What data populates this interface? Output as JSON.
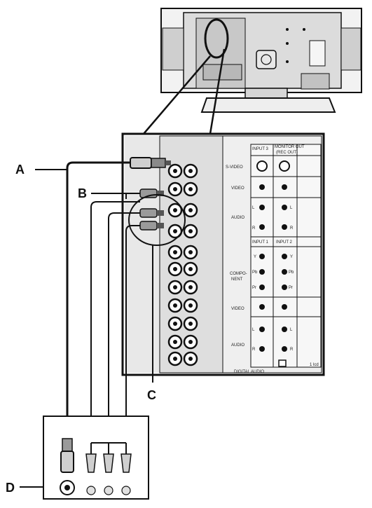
{
  "callouts": {
    "a": "A",
    "b": "B",
    "c": "C",
    "d": "D"
  },
  "panel": {
    "input3": "INPUT 3",
    "monitor_out": "MONITOR OUT",
    "monitor_out_2": "(REC OUT)",
    "svideo": "S-VIDEO",
    "video": "VIDEO",
    "audio": "AUDIO",
    "L": "L",
    "R": "R",
    "input1": "INPUT 1",
    "input2": "INPUT 2",
    "component_1": "COMPO-",
    "component_2": "NENT",
    "Y": "Y",
    "Pb": "Pb",
    "Pr": "Pr",
    "video2": "VIDEO",
    "audio2": "AUDIO",
    "L2": "L",
    "R2": "R",
    "digital_audio": "DIGITAL AUDIO",
    "side_code": "1 lcd"
  },
  "colors": {
    "ink": "#111111",
    "panel": "#e6e6e6",
    "shade": "#bdbdbd"
  }
}
